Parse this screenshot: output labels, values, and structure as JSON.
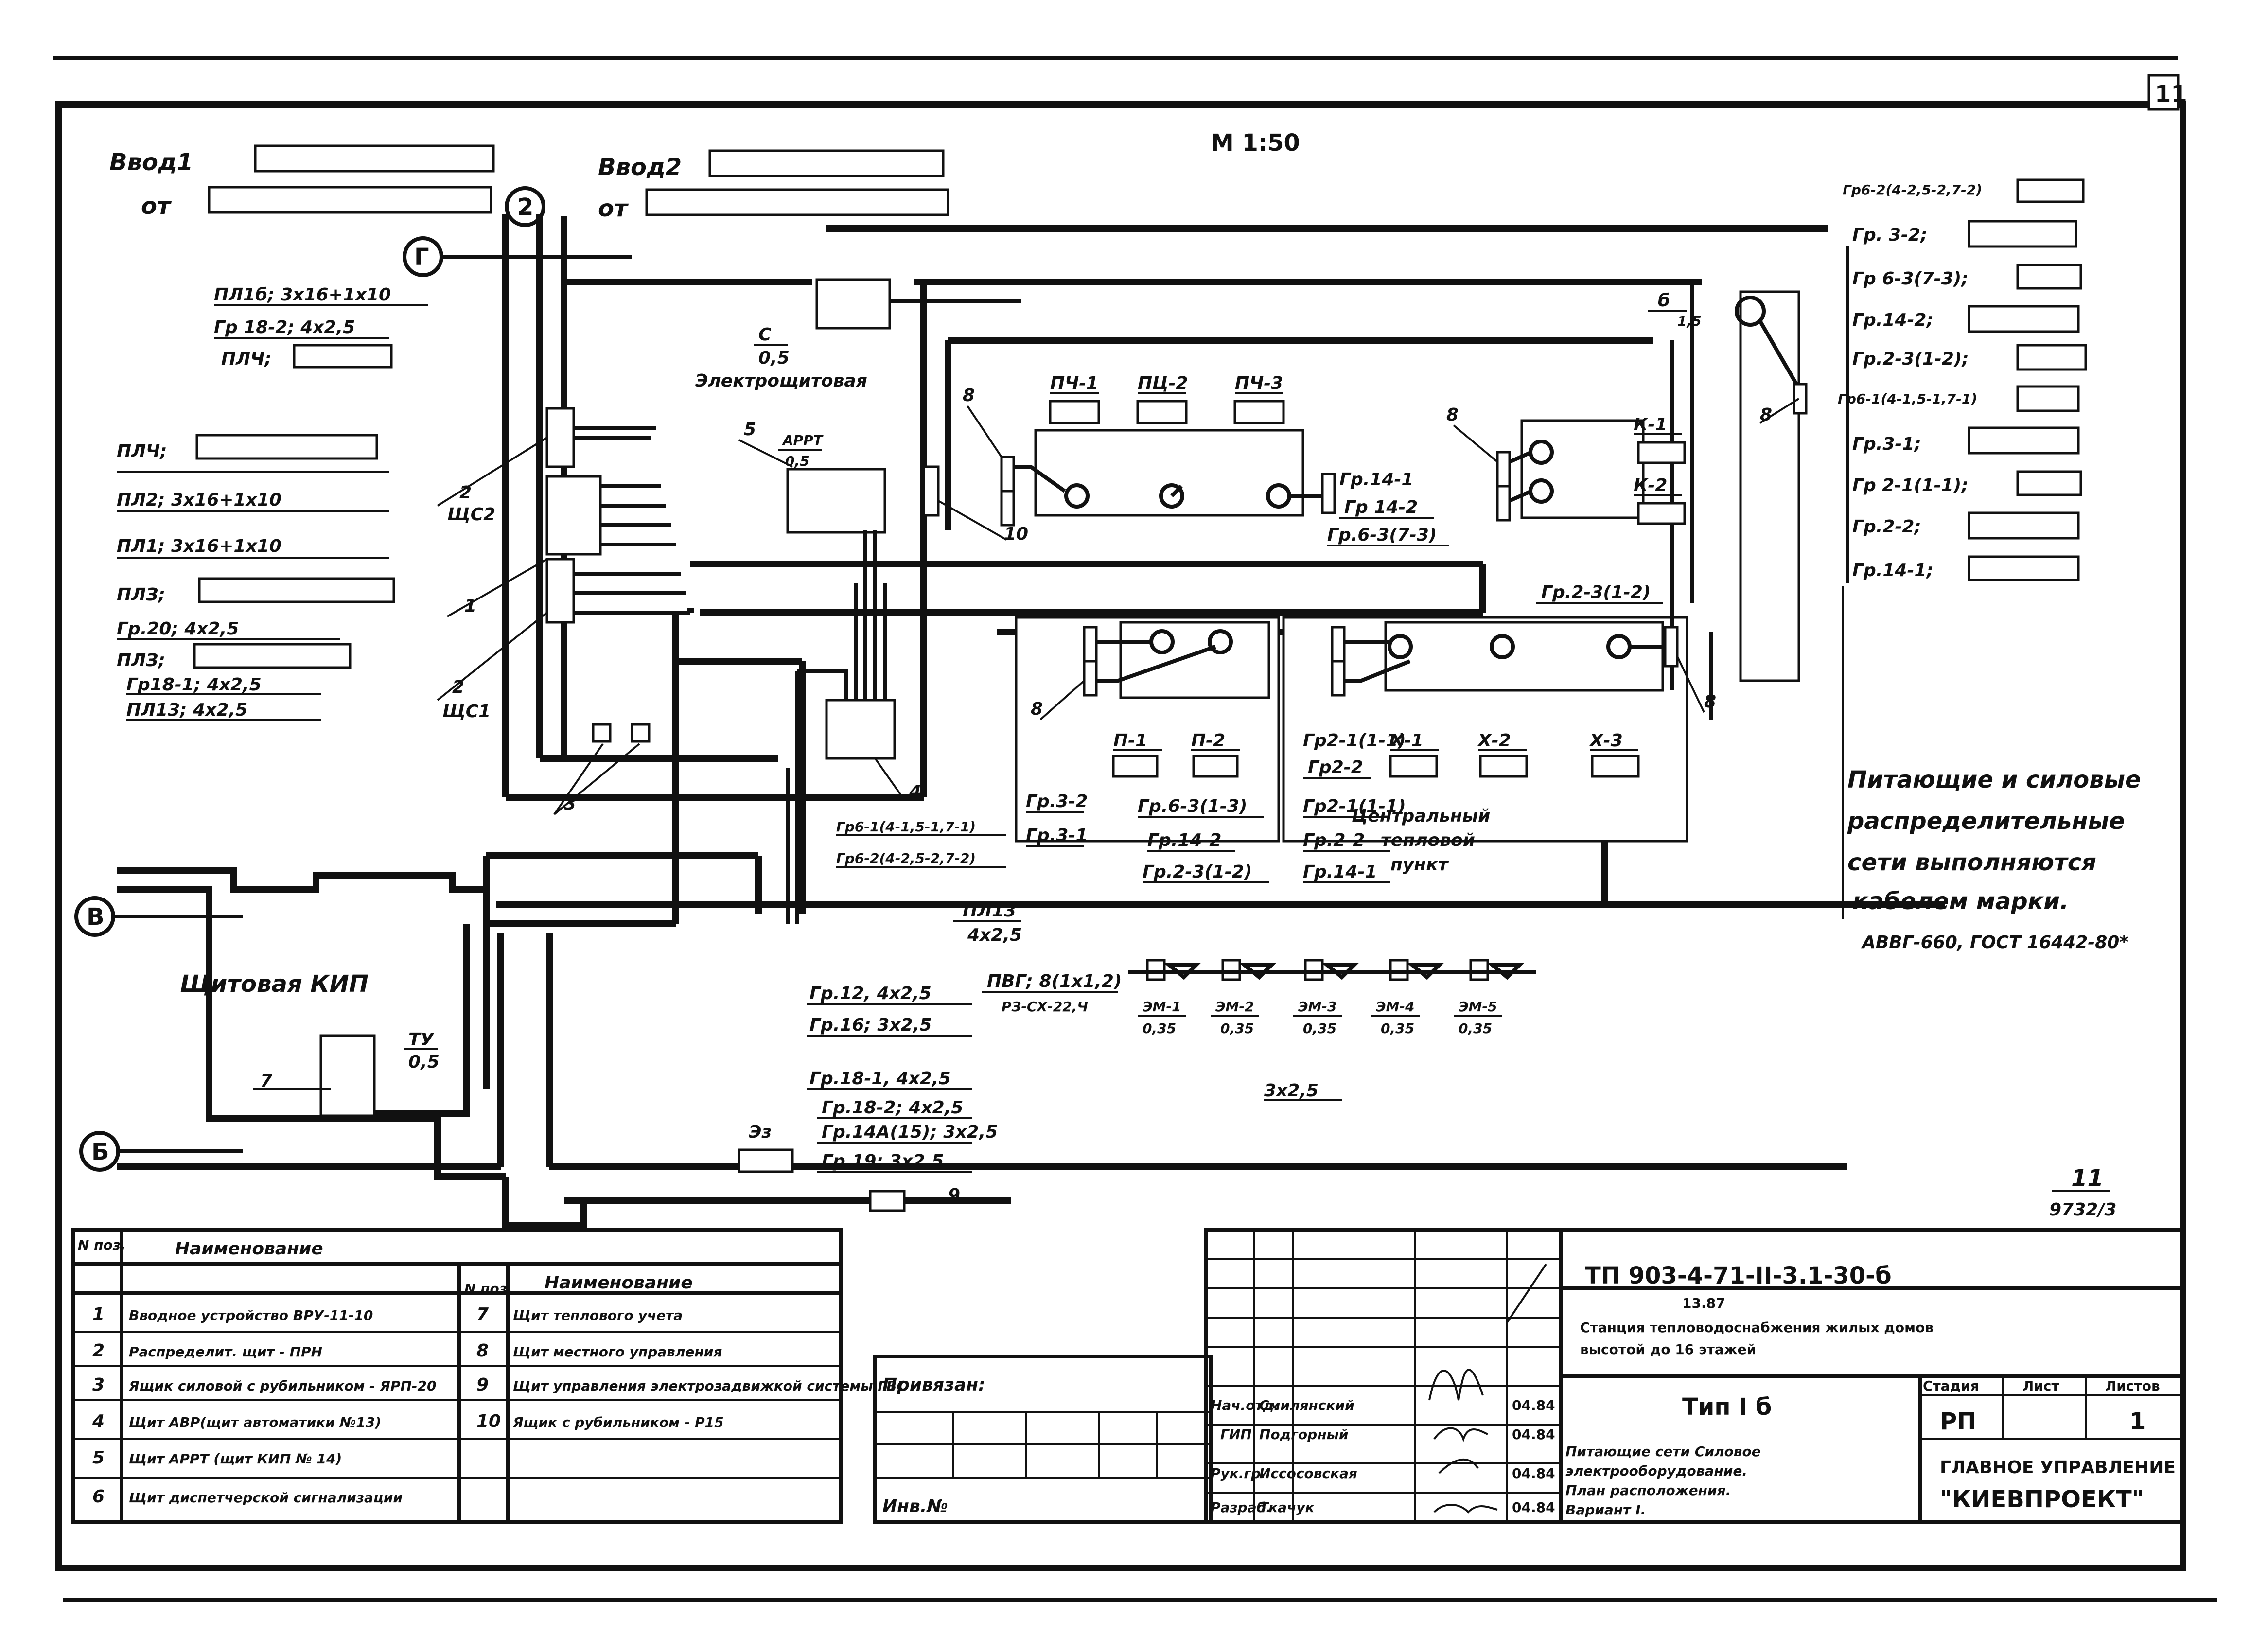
{
  "header": {
    "sheet_no": "11",
    "scale": "М 1:50",
    "drawing_number_corner": "11\n9732/3"
  },
  "inputs": {
    "vvod1": "Ввод1",
    "vvod1_from": "от",
    "vvod2": "Ввод2",
    "vvod2_from": "от"
  },
  "axes": [
    "Г",
    "2",
    "В",
    "Б"
  ],
  "left_cables": [
    "ПЛ1б; 3х16+1х10",
    "Гр 18-2; 4х2,5",
    "ПЛЧ;",
    "ПЛЧ;",
    "ПЛ2; 3х16+1х10",
    "ПЛ1; 3х16+1х10",
    "ПЛЗ;",
    "Гр.20; 4х2,5",
    "ПЛЗ;",
    "Гр18-1; 4х2,5",
    "ПЛ13; 4х2,5"
  ],
  "room_labels": {
    "electro": "Электрощитовая",
    "kip": "Щитовая КИП",
    "central": [
      "Центральный",
      "тепловой",
      "пункт"
    ]
  },
  "callouts": {
    "c": "С",
    "c_val": "0,5",
    "arpt": "АРРТ",
    "arpt_val": "0,5",
    "tu": "ТУ",
    "tu_val": "0,5",
    "n1": "1",
    "n2a": "2",
    "n2a_sub": "ЩС2",
    "n2b": "2",
    "n2b_sub": "ЩС1",
    "n3": "3",
    "n4": "4",
    "n5": "5",
    "n7": "7",
    "n8": "8",
    "n9": "9",
    "n10": "10",
    "b": "б",
    "b_val": "1,5"
  },
  "panels_top": [
    "ПЧ-1",
    "ПЦ-2",
    "ПЧ-3"
  ],
  "panels_k": [
    "К-1",
    "К-2"
  ],
  "panels_p": [
    "П-1",
    "П-2"
  ],
  "panels_x": [
    "Х-1",
    "Х-2",
    "Х-3"
  ],
  "pump_groups": {
    "g1": "Гр.14-1",
    "g2": "Гр 14-2",
    "g3": "Гр.6-3(7-3)",
    "g4": "Гр.2-3(1-2)",
    "g5": "Гр2-1(1-1)",
    "g6": "Гр2-2"
  },
  "mid_groups": [
    "Гр6-1(4-1,5-1,7-1)",
    "Гр6-2(4-2,5-2,7-2)",
    "Гр.3-2",
    "Гр.3-1",
    "Гр.6-3(1-3)",
    "Гр.14-2",
    "Гр.2-3(1-2)",
    "Гр2-1(1-1)",
    "Гр.2-2",
    "Гр.14-1"
  ],
  "right_groups": [
    "Гр6-2(4-2,5-2,7-2)",
    "Гр. 3-2;",
    "Гр 6-3(7-3);",
    "Гр.14-2;",
    "Гр.2-3(1-2);",
    "Гр6-1(4-1,5-1,7-1)",
    "Гр.3-1;",
    "Гр 2-1(1-1);",
    "Гр.2-2;",
    "Гр.14-1;"
  ],
  "note": [
    "Питающие и силовые",
    "распределительные",
    "сети выполняются",
    "кабелем марки.",
    "АВВГ-660, ГОСТ 16442-80*"
  ],
  "bottom_cables": {
    "pl13": "ПЛ13",
    "pl13_val": "4х2,5",
    "pvg": "ПВГ; 8(1х1,2)",
    "ps": "РЗ-СХ-22,Ч",
    "g12": "Гр.12, 4х2,5",
    "g16": "Гр.16; 3х2,5",
    "g181": "Гр.18-1, 4х2,5",
    "g182": "Гр.18-2; 4х2,5",
    "g14a": "Гр.14А(15); 3х2,5",
    "g19": "Гр.19; 3х2,5",
    "g3x": "3х2,5",
    "ez": "Эз"
  },
  "motors": [
    {
      "name": "ЭМ-1",
      "val": "0,35"
    },
    {
      "name": "ЭМ-2",
      "val": "0,35"
    },
    {
      "name": "ЭМ-3",
      "val": "0,35"
    },
    {
      "name": "ЭМ-4",
      "val": "0,35"
    },
    {
      "name": "ЭМ-5",
      "val": "0,35"
    }
  ],
  "legend": {
    "col_num": "N поз.",
    "col_name": "Наименование",
    "left": [
      {
        "n": "1",
        "t": "Вводное устройство ВРУ-11-10"
      },
      {
        "n": "2",
        "t": "Распределит. щит - ПРН"
      },
      {
        "n": "3",
        "t": "Ящик силовой с рубильником - ЯРП-20"
      },
      {
        "n": "4",
        "t": "Щит АВР(щит автоматики №13)"
      },
      {
        "n": "5",
        "t": "Щит АРРТ (щит КИП № 14)"
      },
      {
        "n": "6",
        "t": "Щит диспетчерской сигнализации"
      }
    ],
    "right": [
      {
        "n": "7",
        "t": "Щит теплового учета"
      },
      {
        "n": "8",
        "t": "Щит местного управления"
      },
      {
        "n": "9",
        "t": "Щит управления электрозадвижкой системы ГВС"
      },
      {
        "n": "10",
        "t": "Ящик с рубильником - Р15"
      }
    ]
  },
  "title_block": {
    "code": "ТП 903-4-71-II-3.1-30-б",
    "sub_code": "13.87",
    "name": "Станция тепловодоснабжения жилых домов высотой до 16 этажей",
    "type": "Тип I б",
    "stage_label": "Стадия",
    "stage": "РП",
    "sheet_label": "Лист",
    "sheet": "",
    "sheets_label": "Листов",
    "sheets": "1",
    "org1": "ГЛАВНОЕ УПРАВЛЕНИЕ",
    "org2": "\"КИЕВПРОЕКТ\"",
    "desc": "Питающие сети Силовое электрооборудование. План расположения. Вариант I.",
    "privyazan": "Привязан:",
    "inv": "Инв.№",
    "staff": [
      {
        "role": "Нач.отд.",
        "name": "Смилянский",
        "date": "04.84"
      },
      {
        "role": "ГИП",
        "name": "Подгорный",
        "date": "04.84"
      },
      {
        "role": "Рук.гр.",
        "name": "Иссосовская",
        "date": "04.84"
      },
      {
        "role": "Разраб.",
        "name": "Ткачук",
        "date": "04.84"
      }
    ]
  }
}
